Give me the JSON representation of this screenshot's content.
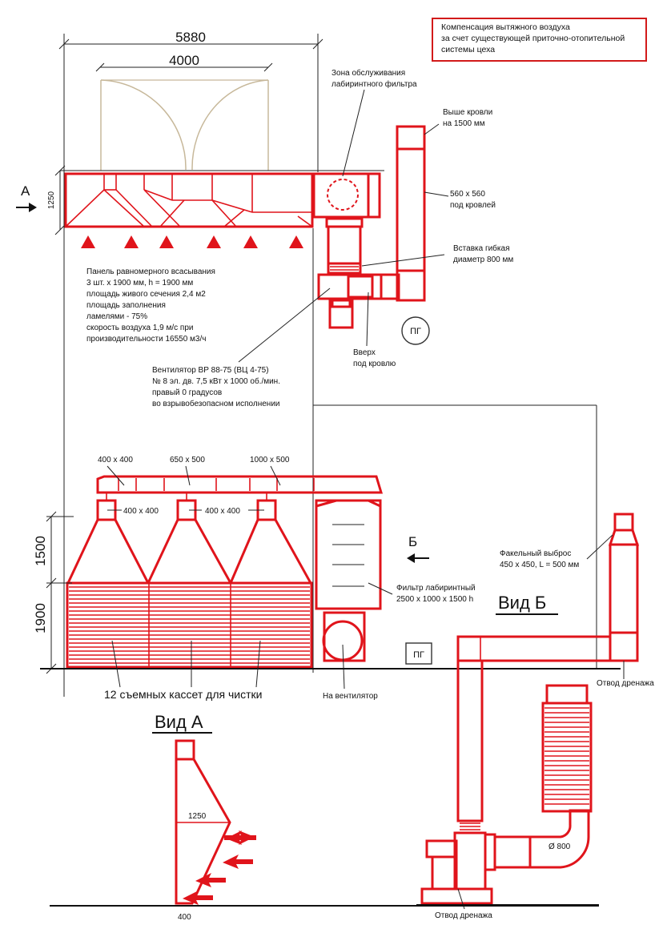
{
  "colors": {
    "accent": "#e0141b",
    "line": "#222222"
  },
  "note": {
    "line1": "Компенсация вытяжного воздуха",
    "line2": "за счет существующей приточно-отопительной",
    "line3": "системы цеха"
  },
  "plan": {
    "dim_outer": "5880",
    "dim_inner": "4000",
    "dim_height": "1250",
    "view_a_marker": "А",
    "service_zone_1": "Зона обслуживания",
    "service_zone_2": "лабиринтного фильтра",
    "roof_1": "Выше кровли",
    "roof_2": "на 1500 мм",
    "duct_1": "560 х 560",
    "duct_2": "под кровлей",
    "flex_1": "Вставка гибкая",
    "flex_2": "диаметр 800 мм",
    "up_1": "Вверх",
    "up_2": "под кровлю",
    "pg": "ПГ"
  },
  "panel": {
    "l1": "Панель равномерного всасывания",
    "l2": "3 шт. х 1900 мм, h = 1900 мм",
    "l3": "площадь живого сечения 2,4 м2",
    "l4": "площадь заполнения",
    "l5": "ламелями - 75%",
    "l6": "скорость воздуха 1,9 м/с при",
    "l7": "производительности 16550 м3/ч"
  },
  "fan": {
    "l1": "Вентилятор ВР 88-75 (ВЦ 4-75)",
    "l2": "№ 8 эл. дв. 7,5 кВт х 1000 об./мин.",
    "l3": "правый 0 градусов",
    "l4": "во взрывобезопасном исполнении"
  },
  "elevation": {
    "d1": "400 х 400",
    "d2": "650 х 500",
    "d3": "1000 х 500",
    "d4": "400 х 400",
    "d5": "400 х 400",
    "h1": "1500",
    "h2": "1900",
    "view_b_marker": "Б",
    "filter_1": "Фильтр лабиринтный",
    "filter_2": "2500 х 1000 х 1500 h",
    "cassettes": "12 съемных кассет для чистки",
    "to_fan": "На вентилятор",
    "pg": "ПГ"
  },
  "view_b": {
    "title": "Вид Б",
    "flare_1": "Факельный выброс",
    "flare_2": "450 х 450, L = 500 мм",
    "drain_top": "Отвод дренажа",
    "drain_bottom": "Отвод дренажа",
    "diameter": "Ø 800"
  },
  "view_a": {
    "title": "Вид А",
    "dim_top": "1250",
    "dim_bottom": "400"
  }
}
